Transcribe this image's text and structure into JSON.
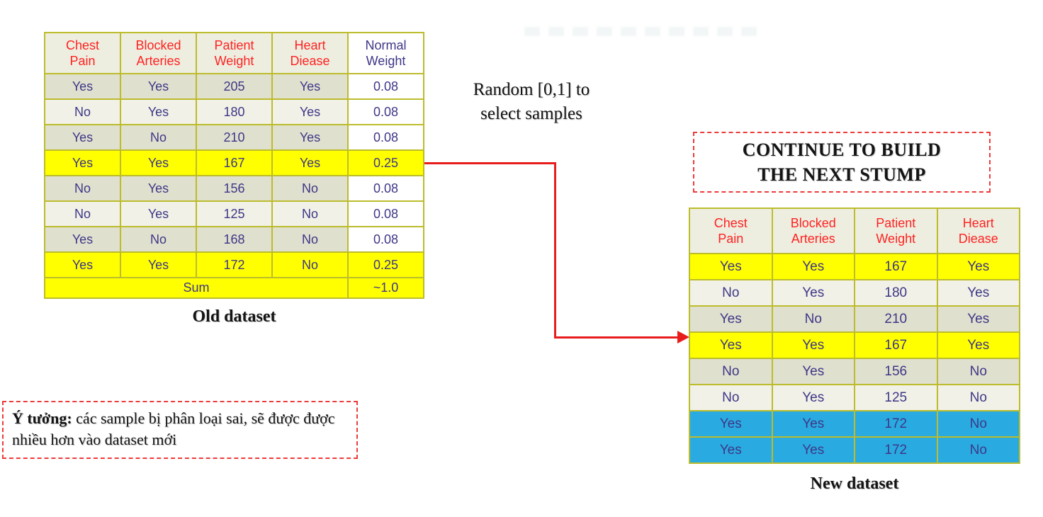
{
  "colors": {
    "highlight_yellow": "#FFFF00",
    "highlight_blue": "#29ABE2",
    "arrow_red": "#E81C1C",
    "dashed_border_red": "#EE3B3B",
    "table_border_olive": "#BCBC2C",
    "header_text_red": "#FF2222",
    "cell_text_navy": "#3E3787",
    "row_dark_beige": "#E0E0CF",
    "row_light_beige": "#F1F1E7"
  },
  "old_dataset": {
    "caption": "Old dataset",
    "headers": [
      "Chest\nPain",
      "Blocked\nArteries",
      "Patient\nWeight",
      "Heart\nDiease",
      "Normal\nWeight"
    ],
    "rows": [
      {
        "cells": [
          "Yes",
          "Yes",
          "205",
          "Yes",
          "0.08"
        ],
        "style": "dark"
      },
      {
        "cells": [
          "No",
          "Yes",
          "180",
          "Yes",
          "0.08"
        ],
        "style": "light"
      },
      {
        "cells": [
          "Yes",
          "No",
          "210",
          "Yes",
          "0.08"
        ],
        "style": "dark"
      },
      {
        "cells": [
          "Yes",
          "Yes",
          "167",
          "Yes",
          "0.25"
        ],
        "style": "yellow"
      },
      {
        "cells": [
          "No",
          "Yes",
          "156",
          "No",
          "0.08"
        ],
        "style": "dark"
      },
      {
        "cells": [
          "No",
          "Yes",
          "125",
          "No",
          "0.08"
        ],
        "style": "light"
      },
      {
        "cells": [
          "Yes",
          "No",
          "168",
          "No",
          "0.08"
        ],
        "style": "dark"
      },
      {
        "cells": [
          "Yes",
          "Yes",
          "172",
          "No",
          "0.25"
        ],
        "style": "yellow"
      }
    ],
    "sum_row": {
      "label": "Sum",
      "value": "~1.0",
      "style": "yellow"
    }
  },
  "new_dataset": {
    "caption": "New dataset",
    "headers": [
      "Chest\nPain",
      "Blocked\nArteries",
      "Patient\nWeight",
      "Heart\nDiease"
    ],
    "rows": [
      {
        "cells": [
          "Yes",
          "Yes",
          "167",
          "Yes"
        ],
        "style": "yellow"
      },
      {
        "cells": [
          "No",
          "Yes",
          "180",
          "Yes"
        ],
        "style": "light"
      },
      {
        "cells": [
          "Yes",
          "No",
          "210",
          "Yes"
        ],
        "style": "dark"
      },
      {
        "cells": [
          "Yes",
          "Yes",
          "167",
          "Yes"
        ],
        "style": "yellow"
      },
      {
        "cells": [
          "No",
          "Yes",
          "156",
          "No"
        ],
        "style": "dark"
      },
      {
        "cells": [
          "No",
          "Yes",
          "125",
          "No"
        ],
        "style": "light"
      },
      {
        "cells": [
          "Yes",
          "Yes",
          "172",
          "No"
        ],
        "style": "blue"
      },
      {
        "cells": [
          "Yes",
          "Yes",
          "172",
          "No"
        ],
        "style": "blue"
      }
    ]
  },
  "annotations": {
    "random_note": "Random [0,1] to\nselect samples",
    "continue_box": "CONTINUE TO BUILD\nTHE NEXT STUMP",
    "idea_box": {
      "bold": "Ý tưởng:",
      "rest": " các sample bị phân loại sai, sẽ được được\nnhiều hơn vào dataset mới"
    }
  }
}
